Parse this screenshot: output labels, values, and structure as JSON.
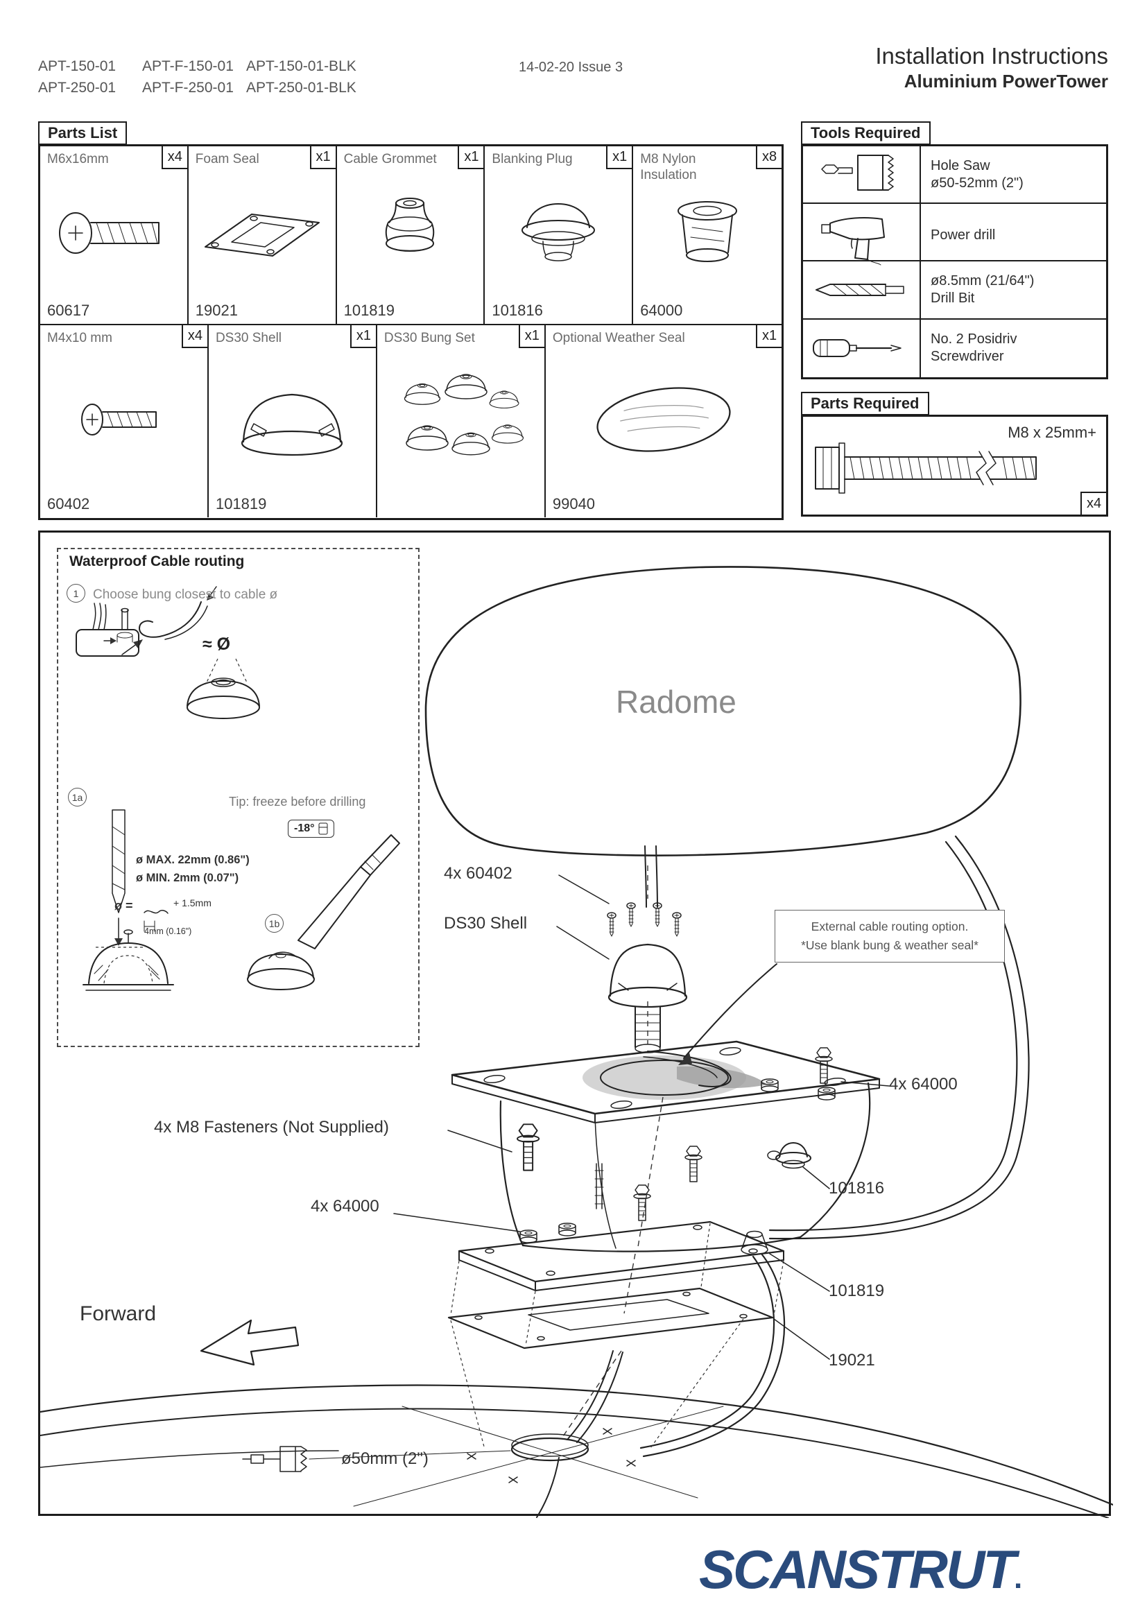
{
  "header": {
    "codes_row1": [
      "APT-150-01",
      "APT-F-150-01",
      "APT-150-01-BLK"
    ],
    "codes_row2": [
      "APT-250-01",
      "APT-F-250-01",
      "APT-250-01-BLK"
    ],
    "issue": "14-02-20 Issue 3",
    "title": "Installation Instructions",
    "subtitle": "Aluminium PowerTower"
  },
  "parts_list": {
    "title": "Parts List",
    "row1": [
      {
        "name": "M6x16mm",
        "qty": "x4",
        "code": "60617",
        "icon": "button-head-screw"
      },
      {
        "name": "Foam Seal",
        "qty": "x1",
        "code": "19021",
        "icon": "foam-seal"
      },
      {
        "name": "Cable Grommet",
        "qty": "x1",
        "code": "101819",
        "icon": "cable-grommet"
      },
      {
        "name": "Blanking Plug",
        "qty": "x1",
        "code": "101816",
        "icon": "blanking-plug"
      },
      {
        "name": "M8 Nylon Insulation",
        "qty": "x8",
        "code": "64000",
        "icon": "nylon-bushing"
      }
    ],
    "row2": [
      {
        "name": "M4x10 mm",
        "qty": "x4",
        "code": "60402",
        "icon": "pan-head-screw"
      },
      {
        "name": "DS30 Shell",
        "qty": "x1",
        "code": "101819",
        "icon": "ds30-shell"
      },
      {
        "name": "DS30 Bung Set",
        "qty": "x1",
        "code": "",
        "icon": "bung-set"
      },
      {
        "name": "Optional Weather Seal",
        "qty": "x1",
        "code": "99040",
        "icon": "weather-seal"
      }
    ]
  },
  "tools": {
    "title": "Tools Required",
    "items": [
      {
        "line1": "Hole Saw",
        "line2": "ø50-52mm (2\")",
        "icon": "hole-saw"
      },
      {
        "line1": "Power drill",
        "line2": "",
        "icon": "power-drill"
      },
      {
        "line1": "ø8.5mm (21/64\")",
        "line2": "Drill Bit",
        "icon": "drill-bit"
      },
      {
        "line1": "No. 2 Posidriv",
        "line2": "Screwdriver",
        "icon": "screwdriver"
      }
    ]
  },
  "parts_required": {
    "title": "Parts Required",
    "item": "M8 x 25mm+",
    "qty": "x4"
  },
  "inset": {
    "title": "Waterproof Cable routing",
    "step1_badge": "1",
    "step1_text": "Choose bung closest to cable ø",
    "approx_dia": "≈ Ø",
    "step1a_badge": "1a",
    "tip": "Tip: freeze before drilling",
    "temp": "-18°",
    "max_label": "ø MAX. 22mm (0.86\")",
    "min_label": "ø MIN. 2mm (0.07\")",
    "formula": "ø =",
    "formula_add": "+ 1.5mm",
    "depth": "4mm (0.16\")",
    "step1b_badge": "1b"
  },
  "diagram": {
    "radome_label": "Radome",
    "label_60402": "4x 60402",
    "label_ds30": "DS30 Shell",
    "note_line1": "External cable routing option.",
    "note_line2": "*Use blank bung & weather seal*",
    "label_64000_right": "4x 64000",
    "label_m8": "4x M8 Fasteners (Not Supplied)",
    "label_101816": "101816",
    "label_64000_left": "4x 64000",
    "label_101819": "101819",
    "label_forward": "Forward",
    "label_19021": "19021",
    "label_holesaw": "ø50mm (2\")"
  },
  "footer": {
    "logo": "SCANSTRUT",
    "logo_dot": "."
  },
  "colors": {
    "logo_blue": "#2a4b7c",
    "line": "#222222",
    "gray_text": "#8a8a8a"
  }
}
